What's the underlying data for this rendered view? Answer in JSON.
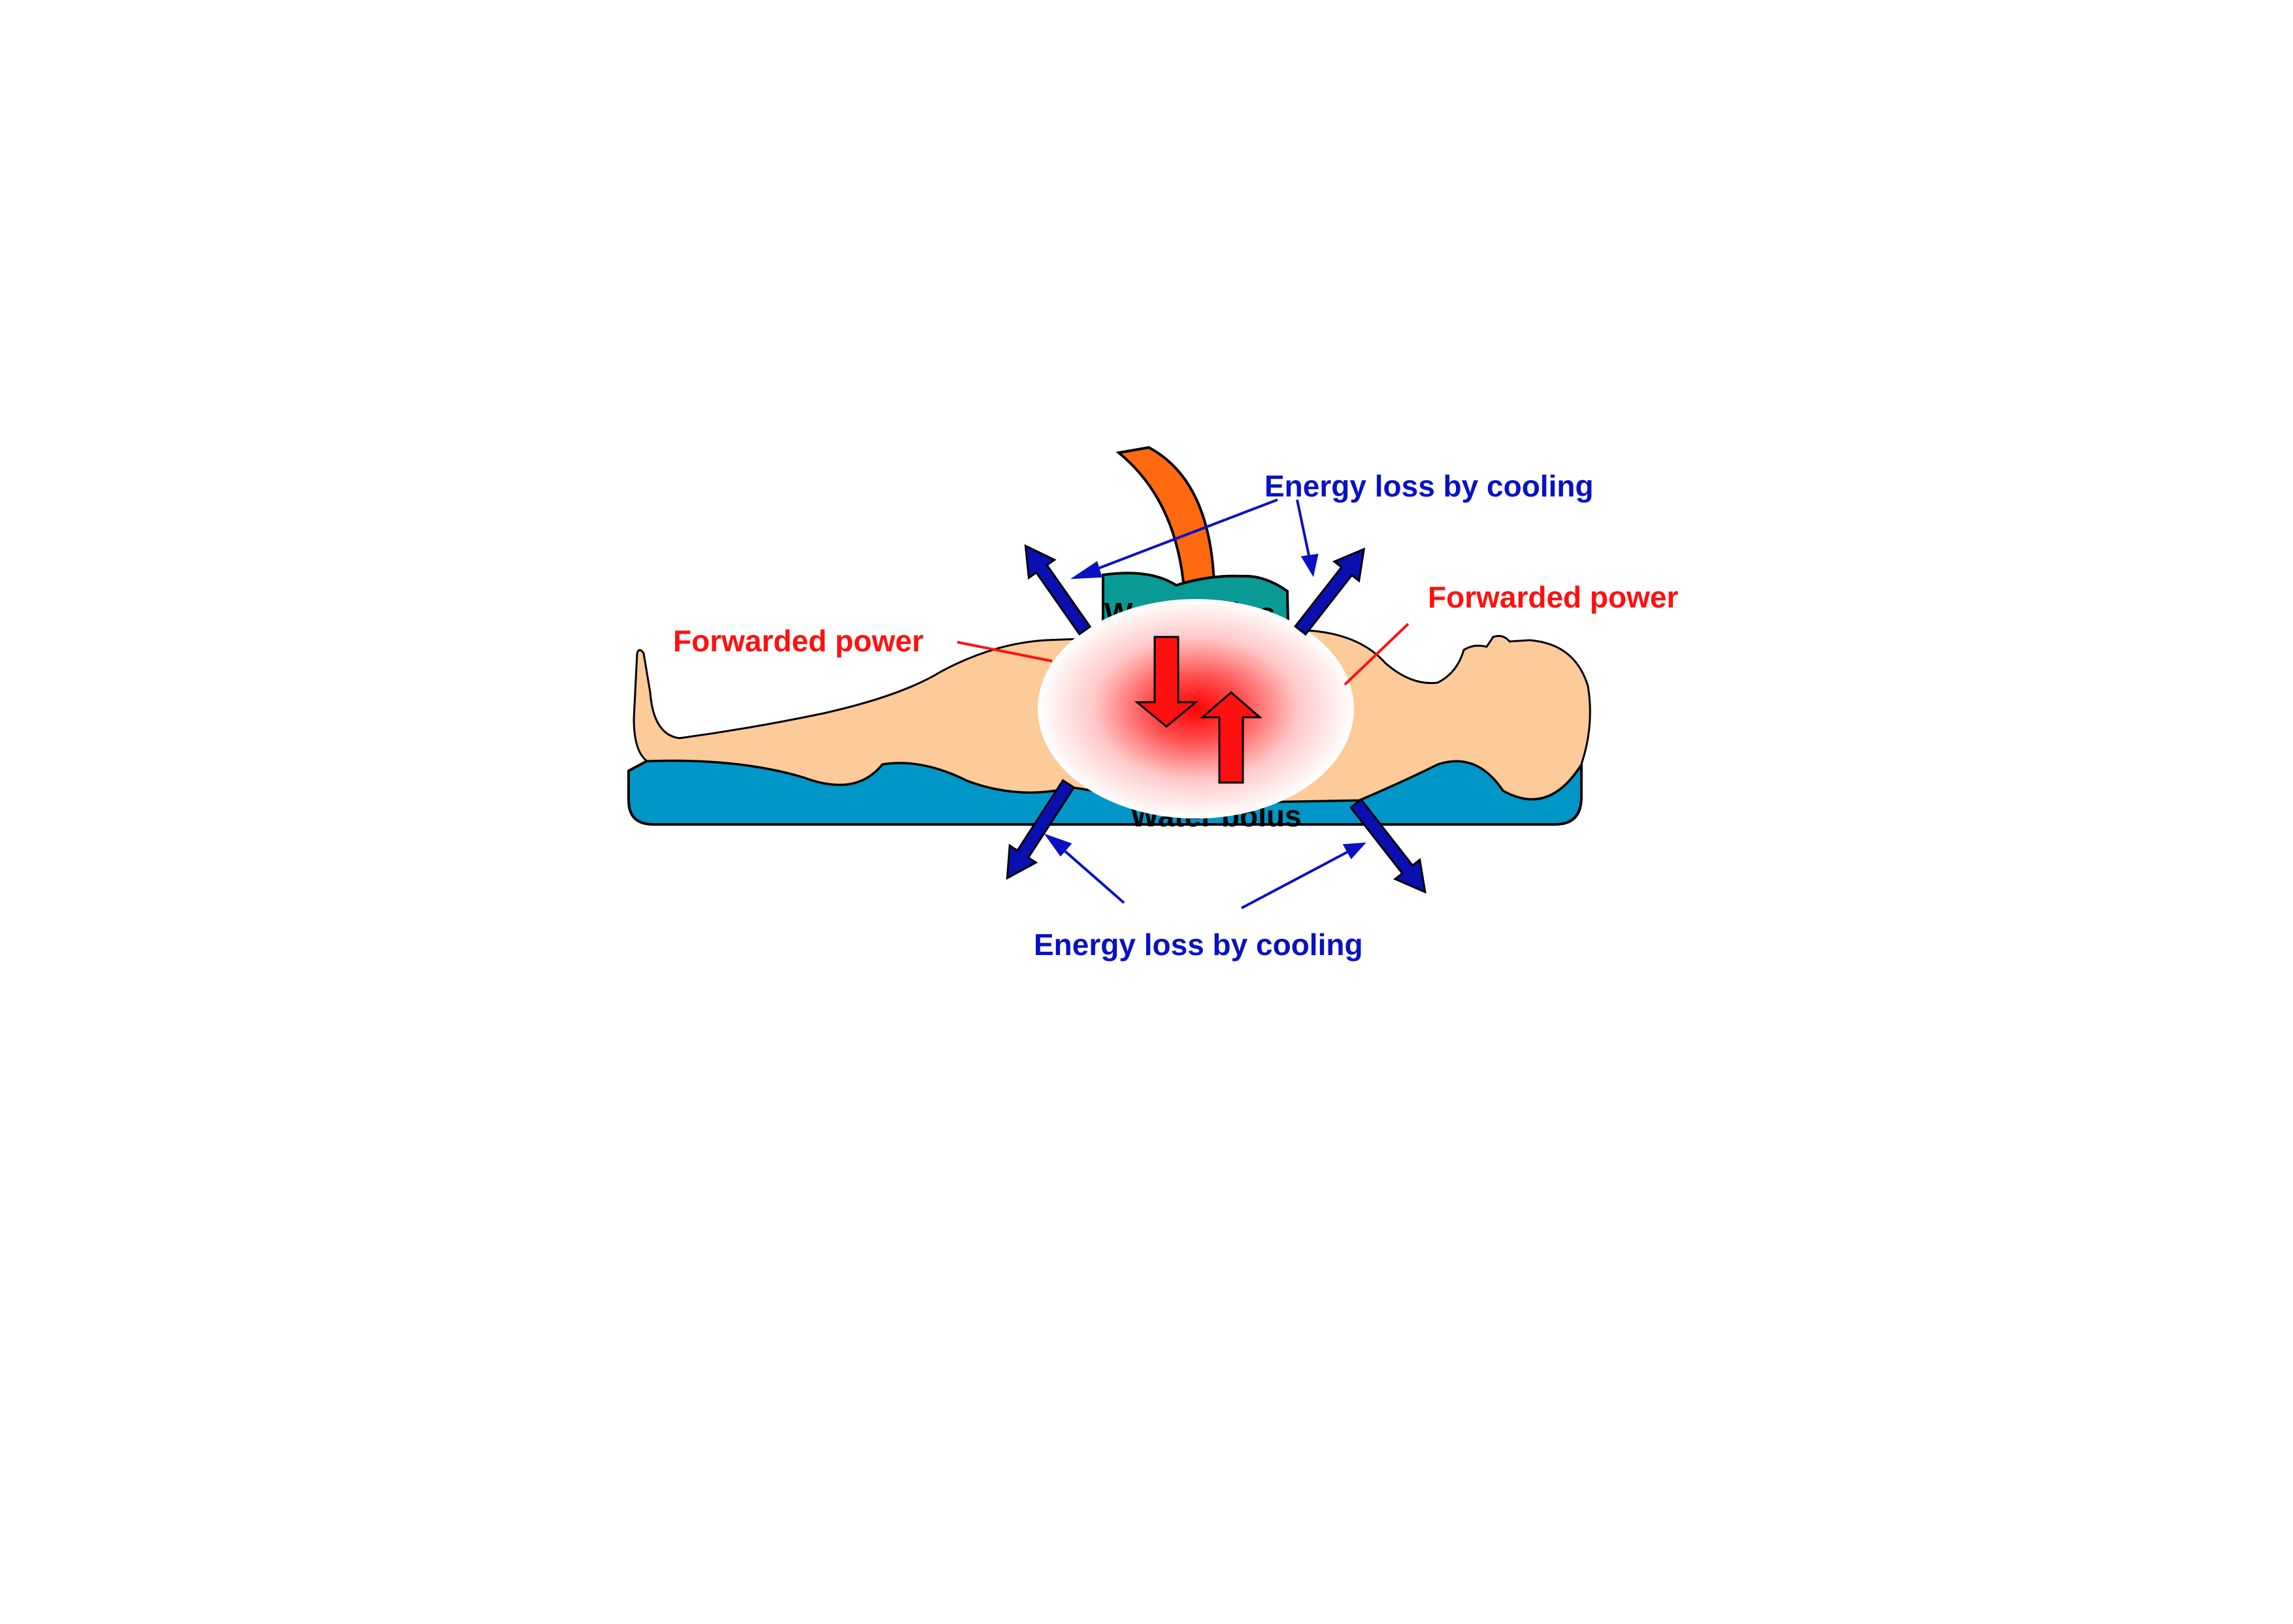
{
  "labels": {
    "energy_loss_top": "Energy loss by cooling",
    "energy_loss_bottom": "Energy loss by cooling",
    "forwarded_power_left": "Forwarded power",
    "forwarded_power_right": "Forwarded power",
    "bolus_top": "Water bolus",
    "bolus_bottom": "Water bolus"
  },
  "colors": {
    "loss_text": "#0a10c4",
    "power_text": "#ff1010",
    "cooling_arrow": "#0a0fb0",
    "skin": "#fdca9a",
    "bed_bolus": "#0096c8",
    "top_bolus": "#0a9a96",
    "applicator": "#ff6a10",
    "hot_spot": "#ff0000"
  }
}
